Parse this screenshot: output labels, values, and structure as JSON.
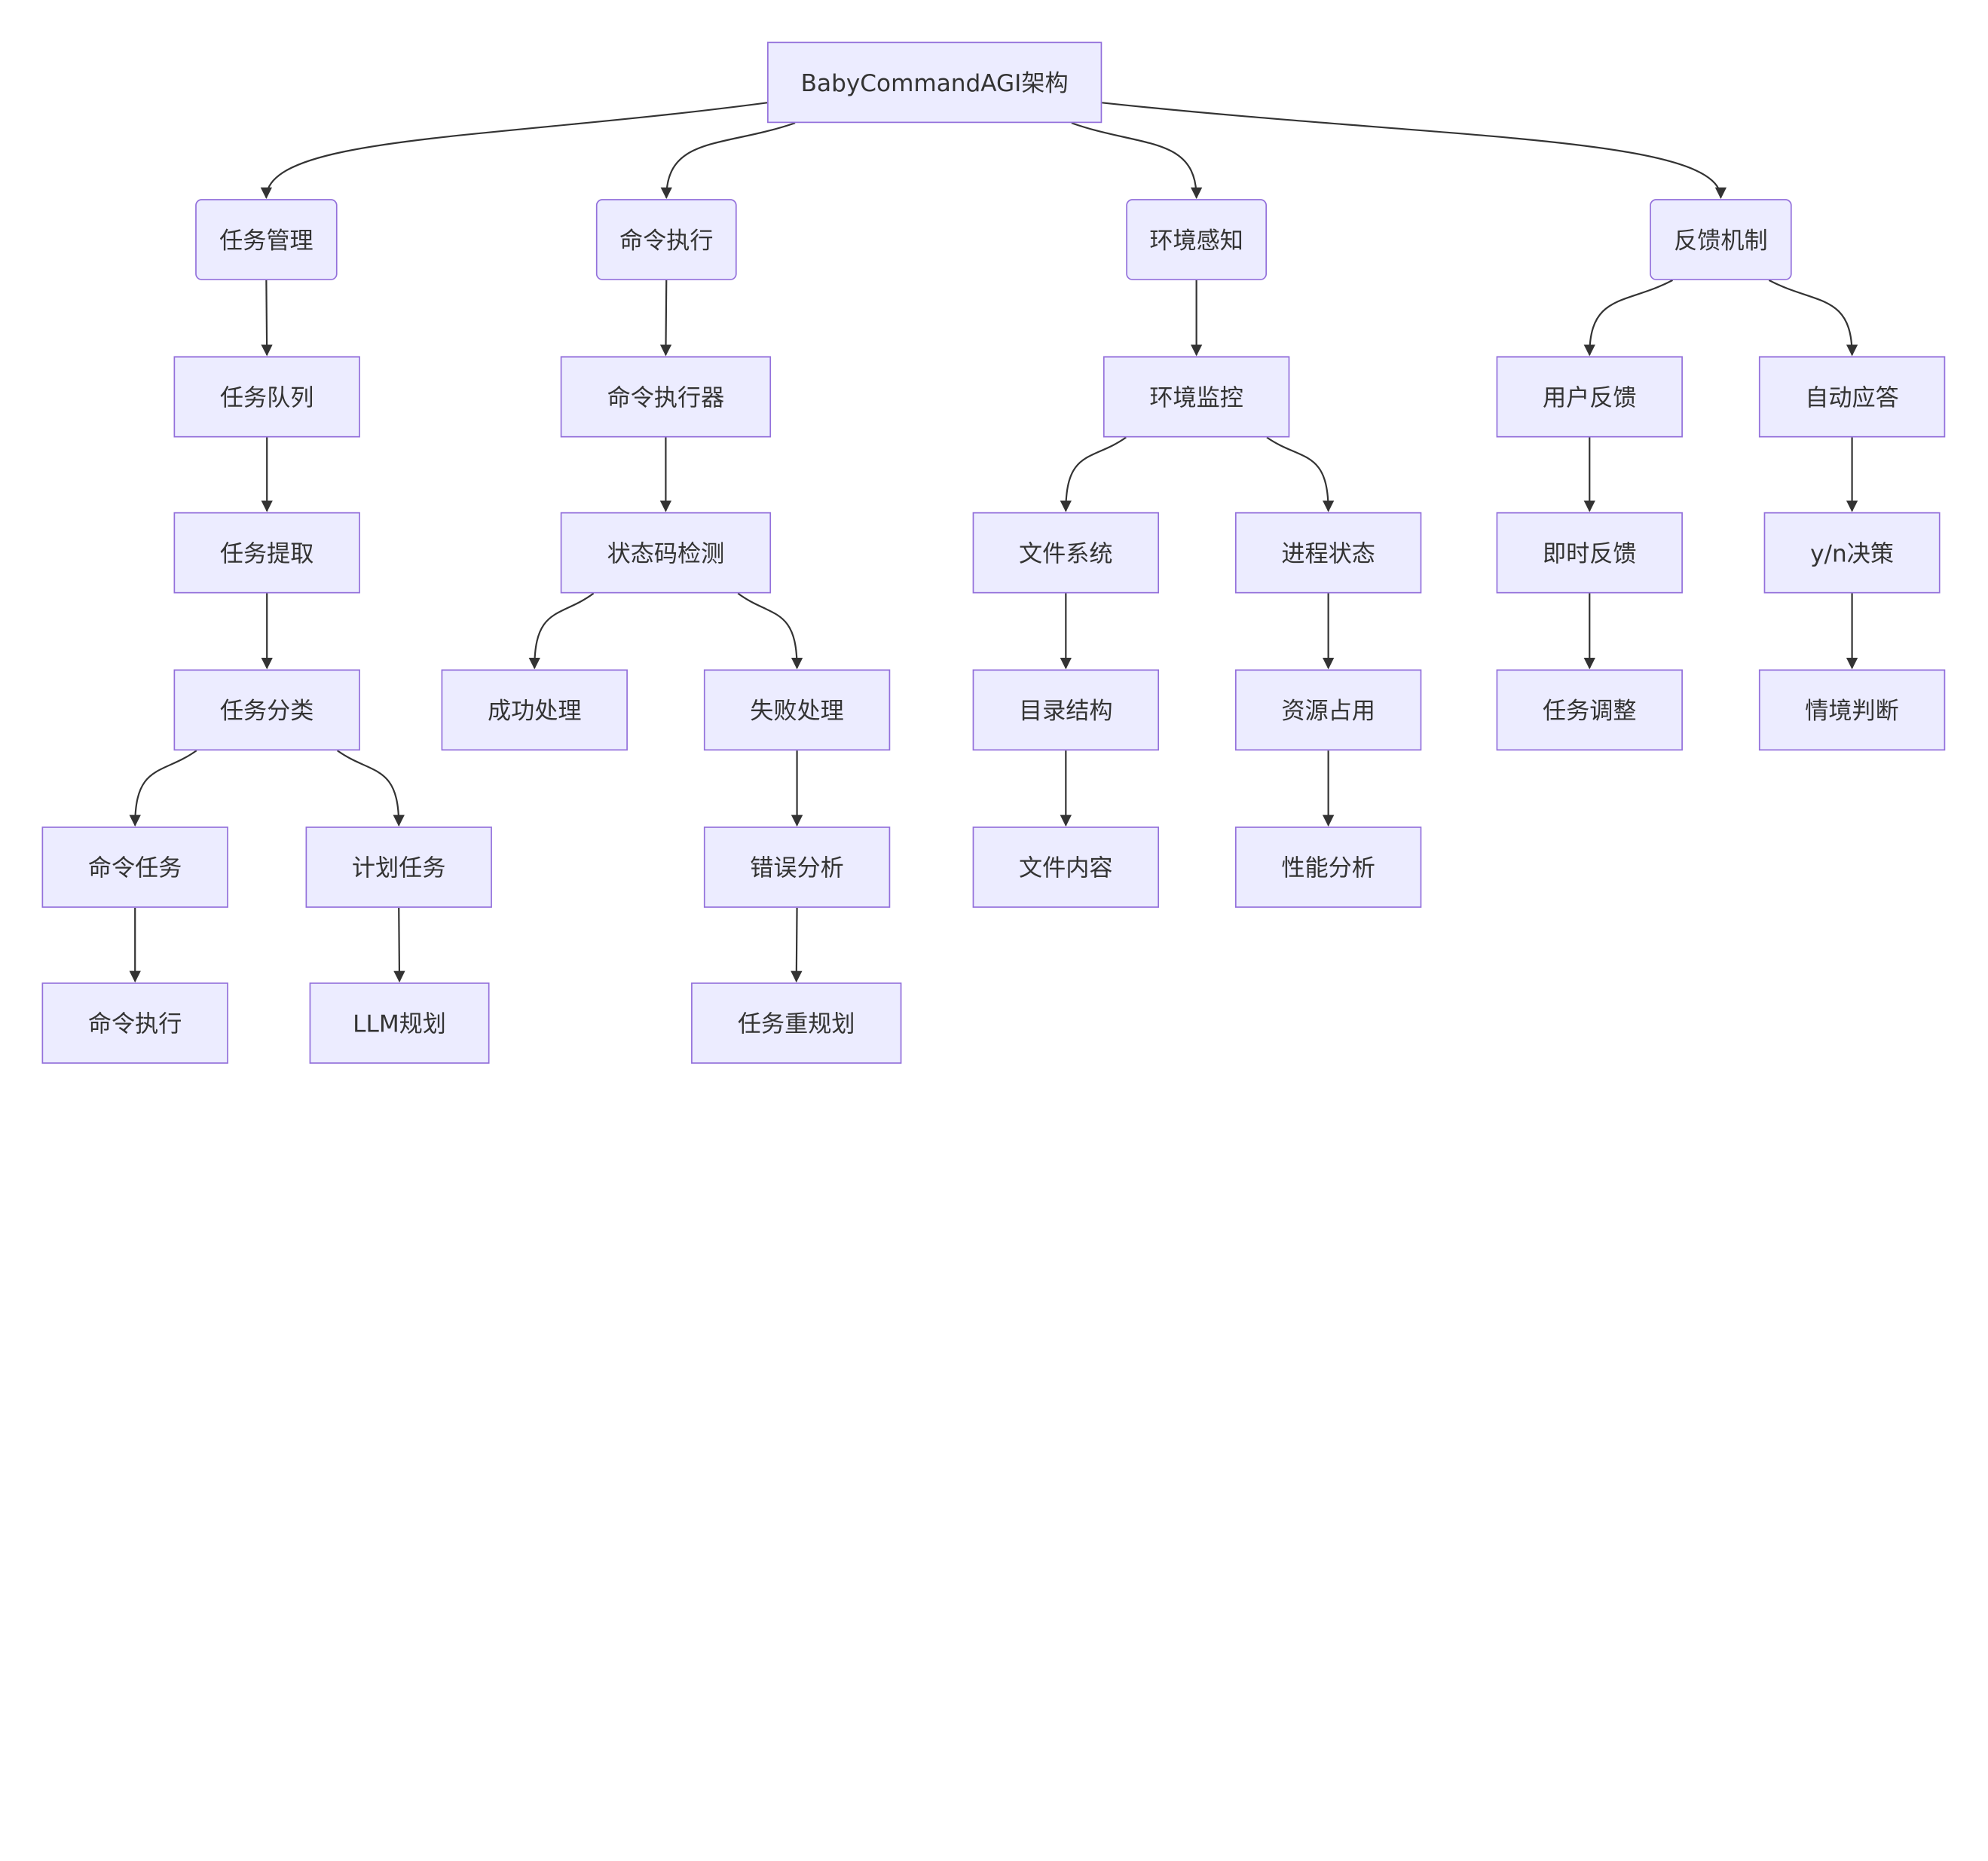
{
  "nodes": {
    "root": "BabyCommandAGI架构",
    "task_mgmt": "任务管理",
    "cmd_exec": "命令执行",
    "env_sense": "环境感知",
    "feedback": "反馈机制",
    "task_queue": "任务队列",
    "task_fetch": "任务提取",
    "task_classify": "任务分类",
    "cmd_task": "命令任务",
    "plan_task": "计划任务",
    "cmd_run": "命令执行",
    "llm_plan": "LLM规划",
    "executor": "命令执行器",
    "status_check": "状态码检测",
    "success": "成功处理",
    "failure": "失败处理",
    "error_analysis": "错误分析",
    "replan": "任务重规划",
    "env_monitor": "环境监控",
    "file_system": "文件系统",
    "process_status": "进程状态",
    "dir_structure": "目录结构",
    "file_content": "文件内容",
    "resource_usage": "资源占用",
    "perf_analysis": "性能分析",
    "user_feedback": "用户反馈",
    "auto_reply": "自动应答",
    "instant_feedback": "即时反馈",
    "yn_decision": "y/n决策",
    "task_adjust": "任务调整",
    "context_judge": "情境判断"
  },
  "edges": [
    [
      "root",
      "task_mgmt"
    ],
    [
      "root",
      "cmd_exec"
    ],
    [
      "root",
      "env_sense"
    ],
    [
      "root",
      "feedback"
    ],
    [
      "task_mgmt",
      "task_queue"
    ],
    [
      "task_queue",
      "task_fetch"
    ],
    [
      "task_fetch",
      "task_classify"
    ],
    [
      "task_classify",
      "cmd_task"
    ],
    [
      "task_classify",
      "plan_task"
    ],
    [
      "cmd_task",
      "cmd_run"
    ],
    [
      "plan_task",
      "llm_plan"
    ],
    [
      "cmd_exec",
      "executor"
    ],
    [
      "executor",
      "status_check"
    ],
    [
      "status_check",
      "success"
    ],
    [
      "status_check",
      "failure"
    ],
    [
      "failure",
      "error_analysis"
    ],
    [
      "error_analysis",
      "replan"
    ],
    [
      "env_sense",
      "env_monitor"
    ],
    [
      "env_monitor",
      "file_system"
    ],
    [
      "env_monitor",
      "process_status"
    ],
    [
      "file_system",
      "dir_structure"
    ],
    [
      "dir_structure",
      "file_content"
    ],
    [
      "process_status",
      "resource_usage"
    ],
    [
      "resource_usage",
      "perf_analysis"
    ],
    [
      "feedback",
      "user_feedback"
    ],
    [
      "feedback",
      "auto_reply"
    ],
    [
      "user_feedback",
      "instant_feedback"
    ],
    [
      "instant_feedback",
      "task_adjust"
    ],
    [
      "auto_reply",
      "yn_decision"
    ],
    [
      "yn_decision",
      "context_judge"
    ]
  ],
  "colors": {
    "node_fill": "#ECECFF",
    "node_border": "#9370DB",
    "edge": "#333333",
    "text": "#333333"
  }
}
